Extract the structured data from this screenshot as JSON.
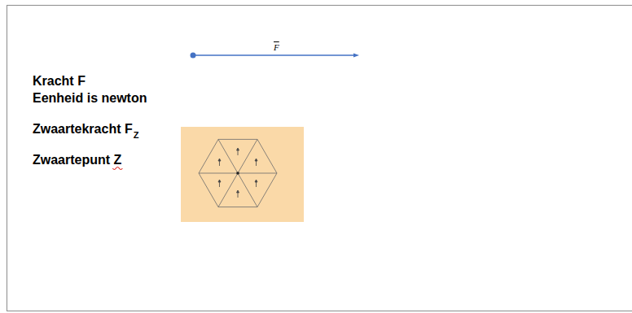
{
  "diagram": {
    "labels": [
      "Kracht F",
      "Eenheid is newton",
      "Zwaartekracht F",
      "Z",
      "Zwaartepunt Z",
      "F"
    ]
  }
}
